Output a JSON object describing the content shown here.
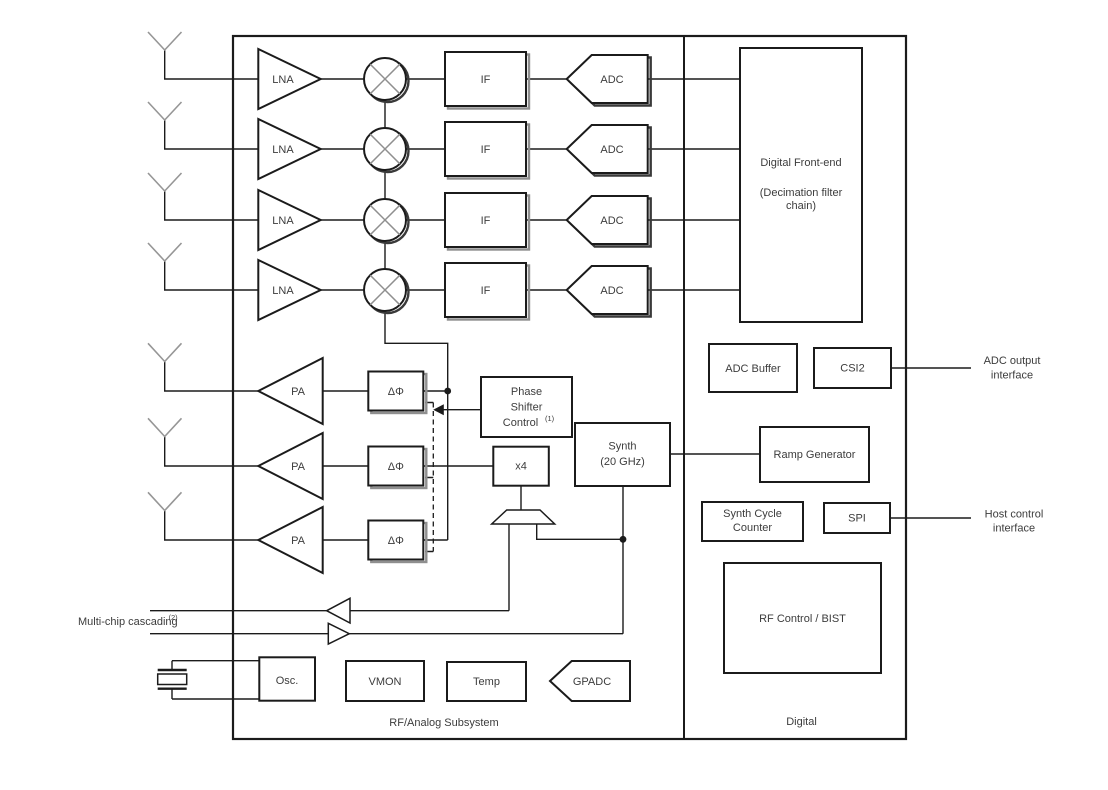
{
  "diagram": {
    "colors": {
      "line": "#1b1b1b",
      "text": "#3c3c3c",
      "shadow_light": "#8f8f8f",
      "shadow_dark": "#3a3a3a",
      "antenna": "#969696"
    },
    "labels": {
      "lna": "LNA",
      "if": "IF",
      "adc": "ADC",
      "pa": "PA",
      "phase_shifter": "ΔΦ",
      "psc1": "Phase",
      "psc2": "Shifter",
      "psc3": "Control",
      "psc_sup": "(1)",
      "multiplier": "x4",
      "synth1": "Synth",
      "synth2": "(20 GHz)",
      "osc": "Osc.",
      "vmon": "VMON",
      "temp": "Temp",
      "gpadc": "GPADC",
      "dfe1": "Digital Front-end",
      "dfe2": "(Decimation filter",
      "dfe3": "chain)",
      "adc_buffer": "ADC Buffer",
      "csi2": "CSI2",
      "ramp_generator": "Ramp Generator",
      "scc1": "Synth Cycle",
      "scc2": "Counter",
      "spi": "SPI",
      "rf_control": "RF Control / BIST",
      "rf_analog_section": "RF/Analog Subsystem",
      "digital_section": "Digital",
      "adc_out1": "ADC output",
      "adc_out2": "interface",
      "host1": "Host control",
      "host2": "interface",
      "multichip": "Multi-chip cascading",
      "multichip_sup": "(2)"
    }
  }
}
